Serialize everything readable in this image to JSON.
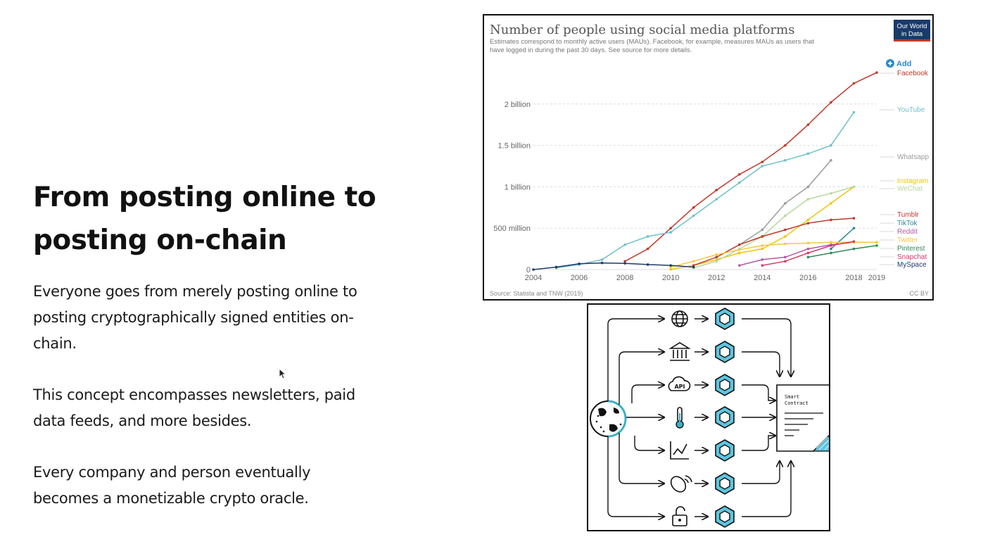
{
  "slide": {
    "title": "From posting online to posting on-chain",
    "paragraphs": [
      "Everyone goes from merely posting online to posting cryptographically signed entities on-chain.",
      "This concept encompasses newsletters, paid data feeds, and more besides.",
      "Every company and person eventually becomes a monetizable crypto oracle."
    ]
  },
  "chart_data": {
    "type": "line",
    "title": "Number of people using social media platforms",
    "subtitle": "Estimates correspond to monthly active users (MAUs). Facebook, for example, measures MAUs as users that have logged in during the past 30 days. See source for more details.",
    "logo": "Our World in Data",
    "add_label": "Add",
    "source": "Source: Statista and TNW (2019)",
    "license": "CC BY",
    "xlabel": "",
    "ylabel": "",
    "xlim": [
      2004,
      2019
    ],
    "ylim": [
      0,
      2500000000
    ],
    "x_ticks": [
      2004,
      2006,
      2008,
      2010,
      2012,
      2014,
      2016,
      2018,
      2019
    ],
    "y_ticks": [
      {
        "value": 0,
        "label": "0"
      },
      {
        "value": 500000000,
        "label": "500 million"
      },
      {
        "value": 1000000000,
        "label": "1 billion"
      },
      {
        "value": 1500000000,
        "label": "1.5 billion"
      },
      {
        "value": 2000000000,
        "label": "2 billion"
      }
    ],
    "grid": "horizontal dashed",
    "legend_position": "right",
    "series": [
      {
        "name": "Facebook",
        "color": "#c0392b",
        "x": [
          2008,
          2009,
          2010,
          2011,
          2012,
          2013,
          2014,
          2015,
          2016,
          2017,
          2018,
          2019
        ],
        "y": [
          100000000,
          250000000,
          500000000,
          750000000,
          960000000,
          1150000000,
          1300000000,
          1500000000,
          1750000000,
          2020000000,
          2250000000,
          2380000000
        ]
      },
      {
        "name": "YouTube",
        "color": "#6fc1c9",
        "x": [
          2005,
          2006,
          2007,
          2008,
          2009,
          2010,
          2011,
          2012,
          2013,
          2014,
          2015,
          2016,
          2017,
          2018
        ],
        "y": [
          20000000,
          60000000,
          120000000,
          300000000,
          400000000,
          450000000,
          650000000,
          850000000,
          1050000000,
          1250000000,
          1320000000,
          1400000000,
          1500000000,
          1900000000
        ]
      },
      {
        "name": "Whatsapp",
        "color": "#9b9b9b",
        "x": [
          2013,
          2014,
          2015,
          2016,
          2017
        ],
        "y": [
          300000000,
          480000000,
          800000000,
          1000000000,
          1320000000
        ]
      },
      {
        "name": "Instagram",
        "color": "#f1c40f",
        "x": [
          2010,
          2011,
          2012,
          2013,
          2014,
          2015,
          2016,
          2017,
          2018
        ],
        "y": [
          2000000,
          50000000,
          120000000,
          200000000,
          250000000,
          400000000,
          600000000,
          800000000,
          1000000000
        ]
      },
      {
        "name": "WeChat",
        "color": "#b7d89a",
        "x": [
          2011,
          2012,
          2013,
          2014,
          2015,
          2016,
          2017,
          2018
        ],
        "y": [
          20000000,
          100000000,
          250000000,
          400000000,
          650000000,
          850000000,
          920000000,
          1000000000
        ]
      },
      {
        "name": "Tumblr",
        "color": "#c0392b",
        "x": [
          2011,
          2012,
          2013,
          2014,
          2015,
          2016,
          2017,
          2018
        ],
        "y": [
          50000000,
          150000000,
          300000000,
          400000000,
          480000000,
          560000000,
          600000000,
          620000000
        ]
      },
      {
        "name": "TikTok",
        "color": "#2a8a9a",
        "x": [
          2017,
          2018
        ],
        "y": [
          250000000,
          500000000
        ]
      },
      {
        "name": "Reddit",
        "color": "#b35aa8",
        "x": [
          2013,
          2014,
          2015,
          2016,
          2017,
          2018
        ],
        "y": [
          50000000,
          120000000,
          150000000,
          250000000,
          300000000,
          330000000
        ]
      },
      {
        "name": "Twitter",
        "color": "#f5c842",
        "x": [
          2010,
          2011,
          2012,
          2013,
          2014,
          2015,
          2016,
          2017,
          2018,
          2019
        ],
        "y": [
          30000000,
          100000000,
          180000000,
          240000000,
          290000000,
          310000000,
          320000000,
          330000000,
          330000000,
          330000000
        ]
      },
      {
        "name": "Pinterest",
        "color": "#2e8b57",
        "x": [
          2016,
          2017,
          2018,
          2019
        ],
        "y": [
          150000000,
          200000000,
          250000000,
          290000000
        ]
      },
      {
        "name": "Snapchat",
        "color": "#d63a6e",
        "x": [
          2014,
          2015,
          2016,
          2017,
          2018
        ],
        "y": [
          50000000,
          100000000,
          200000000,
          290000000,
          340000000
        ]
      },
      {
        "name": "MySpace",
        "color": "#1f3b6f",
        "x": [
          2004,
          2005,
          2006,
          2007,
          2008,
          2009,
          2010,
          2011
        ],
        "y": [
          0,
          30000000,
          70000000,
          80000000,
          75000000,
          60000000,
          50000000,
          30000000
        ]
      }
    ]
  },
  "diagram": {
    "node_badge": "API",
    "document_text": [
      "Smart",
      "Contract"
    ],
    "sources": [
      "globe-icon",
      "bank-icon",
      "api-cloud-icon",
      "thermometer-icon",
      "stock-chart-icon",
      "satellite-dish-icon",
      "unlock-icon"
    ]
  }
}
